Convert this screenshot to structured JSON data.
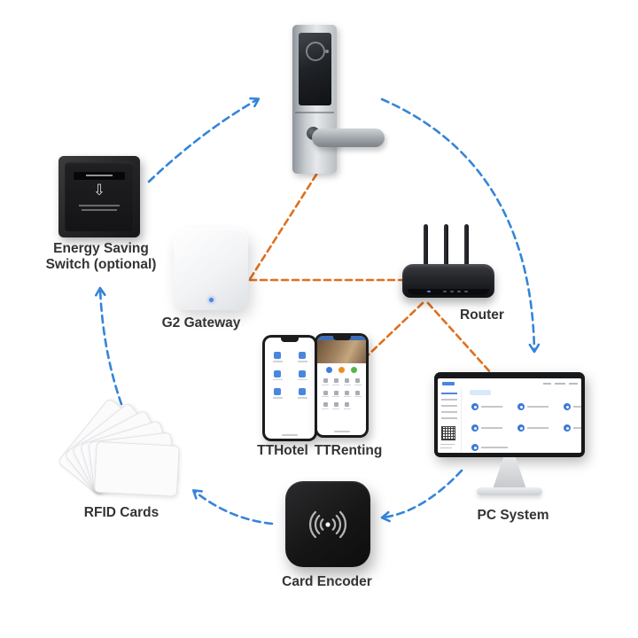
{
  "diagram": {
    "nodes": [
      {
        "id": "door-lock",
        "icon": "smart-door-lock-icon",
        "label": ""
      },
      {
        "id": "energy-switch",
        "icon": "energy-saving-switch-icon",
        "label": "Energy Saving Switch (optional)"
      },
      {
        "id": "g2-gateway",
        "icon": "gateway-icon",
        "label": "G2 Gateway"
      },
      {
        "id": "router",
        "icon": "wifi-router-icon",
        "label": "Router"
      },
      {
        "id": "tthotel-app",
        "icon": "smartphone-icon",
        "label": "TTHotel"
      },
      {
        "id": "ttrenting-app",
        "icon": "smartphone-icon",
        "label": "TTRenting"
      },
      {
        "id": "pc-system",
        "icon": "desktop-monitor-icon",
        "label": "PC System"
      },
      {
        "id": "rfid-cards",
        "icon": "key-cards-icon",
        "label": "RFID Cards"
      },
      {
        "id": "card-encoder",
        "icon": "card-encoder-icon",
        "label": "Card Encoder"
      }
    ],
    "edges": [
      {
        "from": "energy-switch",
        "to": "door-lock",
        "type": "flow-arrow-blue-dashed"
      },
      {
        "from": "door-lock",
        "to": "pc-system",
        "type": "flow-arrow-blue-dashed"
      },
      {
        "from": "pc-system",
        "to": "card-encoder",
        "type": "flow-arrow-blue-dashed"
      },
      {
        "from": "card-encoder",
        "to": "rfid-cards",
        "type": "flow-arrow-blue-dashed"
      },
      {
        "from": "rfid-cards",
        "to": "energy-switch",
        "type": "flow-arrow-blue-dashed"
      },
      {
        "from": "door-lock",
        "to": "g2-gateway",
        "type": "wireless-link-orange-dashed"
      },
      {
        "from": "g2-gateway",
        "to": "router",
        "type": "wireless-link-orange-dashed"
      },
      {
        "from": "router",
        "to": "ttrenting-app",
        "type": "wireless-link-orange-dashed"
      },
      {
        "from": "router",
        "to": "pc-system",
        "type": "wireless-link-orange-dashed"
      }
    ],
    "glyphs": {
      "energy_switch_arrow": "⇩"
    }
  },
  "colors": {
    "flow_blue": "#3584d9",
    "link_orange": "#e06f1d",
    "text_color": "#343434",
    "led_blue": "#4a86e8",
    "app_icon_blue": "#4a86e0"
  }
}
